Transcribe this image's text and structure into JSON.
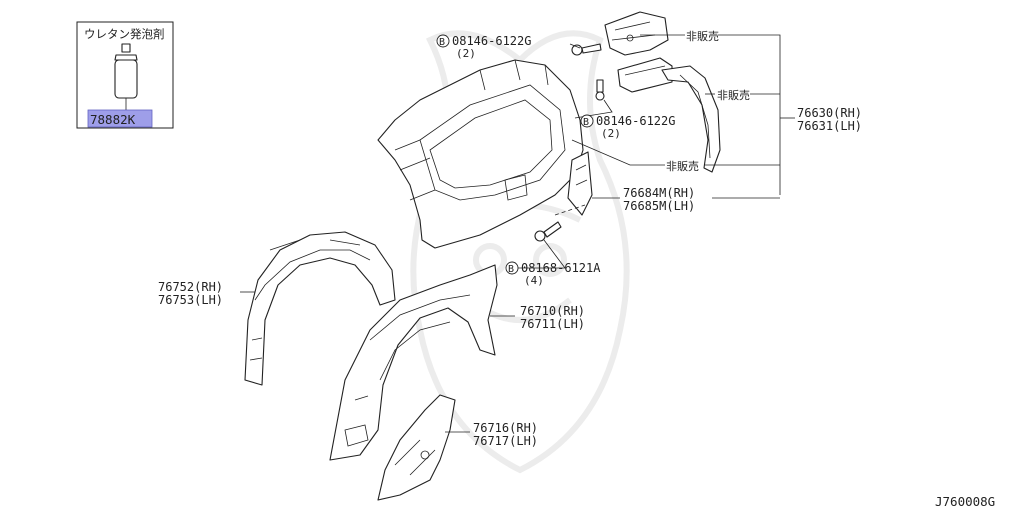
{
  "diagram_id": "J760008G",
  "kit_box": {
    "title": "ウレタン発泡剤",
    "part_number": "78882K"
  },
  "callouts": {
    "bolt_top": {
      "prefix": "B",
      "number": "08146-6122G",
      "qty": "(2)"
    },
    "bolt_mid": {
      "prefix": "B",
      "number": "08146-6122G",
      "qty": "(2)"
    },
    "bolt_low": {
      "prefix": "B",
      "number": "08168-6121A",
      "qty": "(4)"
    },
    "not_sold_1": "非販売",
    "not_sold_2": "非販売",
    "not_sold_3": "非販売",
    "part_76630": {
      "rh": "76630(RH)",
      "lh": "76631(LH)"
    },
    "part_76684": {
      "rh": "76684M(RH)",
      "lh": "76685M(LH)"
    },
    "part_76752": {
      "rh": "76752(RH)",
      "lh": "76753(LH)"
    },
    "part_76710": {
      "rh": "76710(RH)",
      "lh": "76711(LH)"
    },
    "part_76716": {
      "rh": "76716(RH)",
      "lh": "76717(LH)"
    }
  },
  "colors": {
    "highlight": "#8e8ee6",
    "line": "#222222",
    "watermark": "#ececec"
  }
}
